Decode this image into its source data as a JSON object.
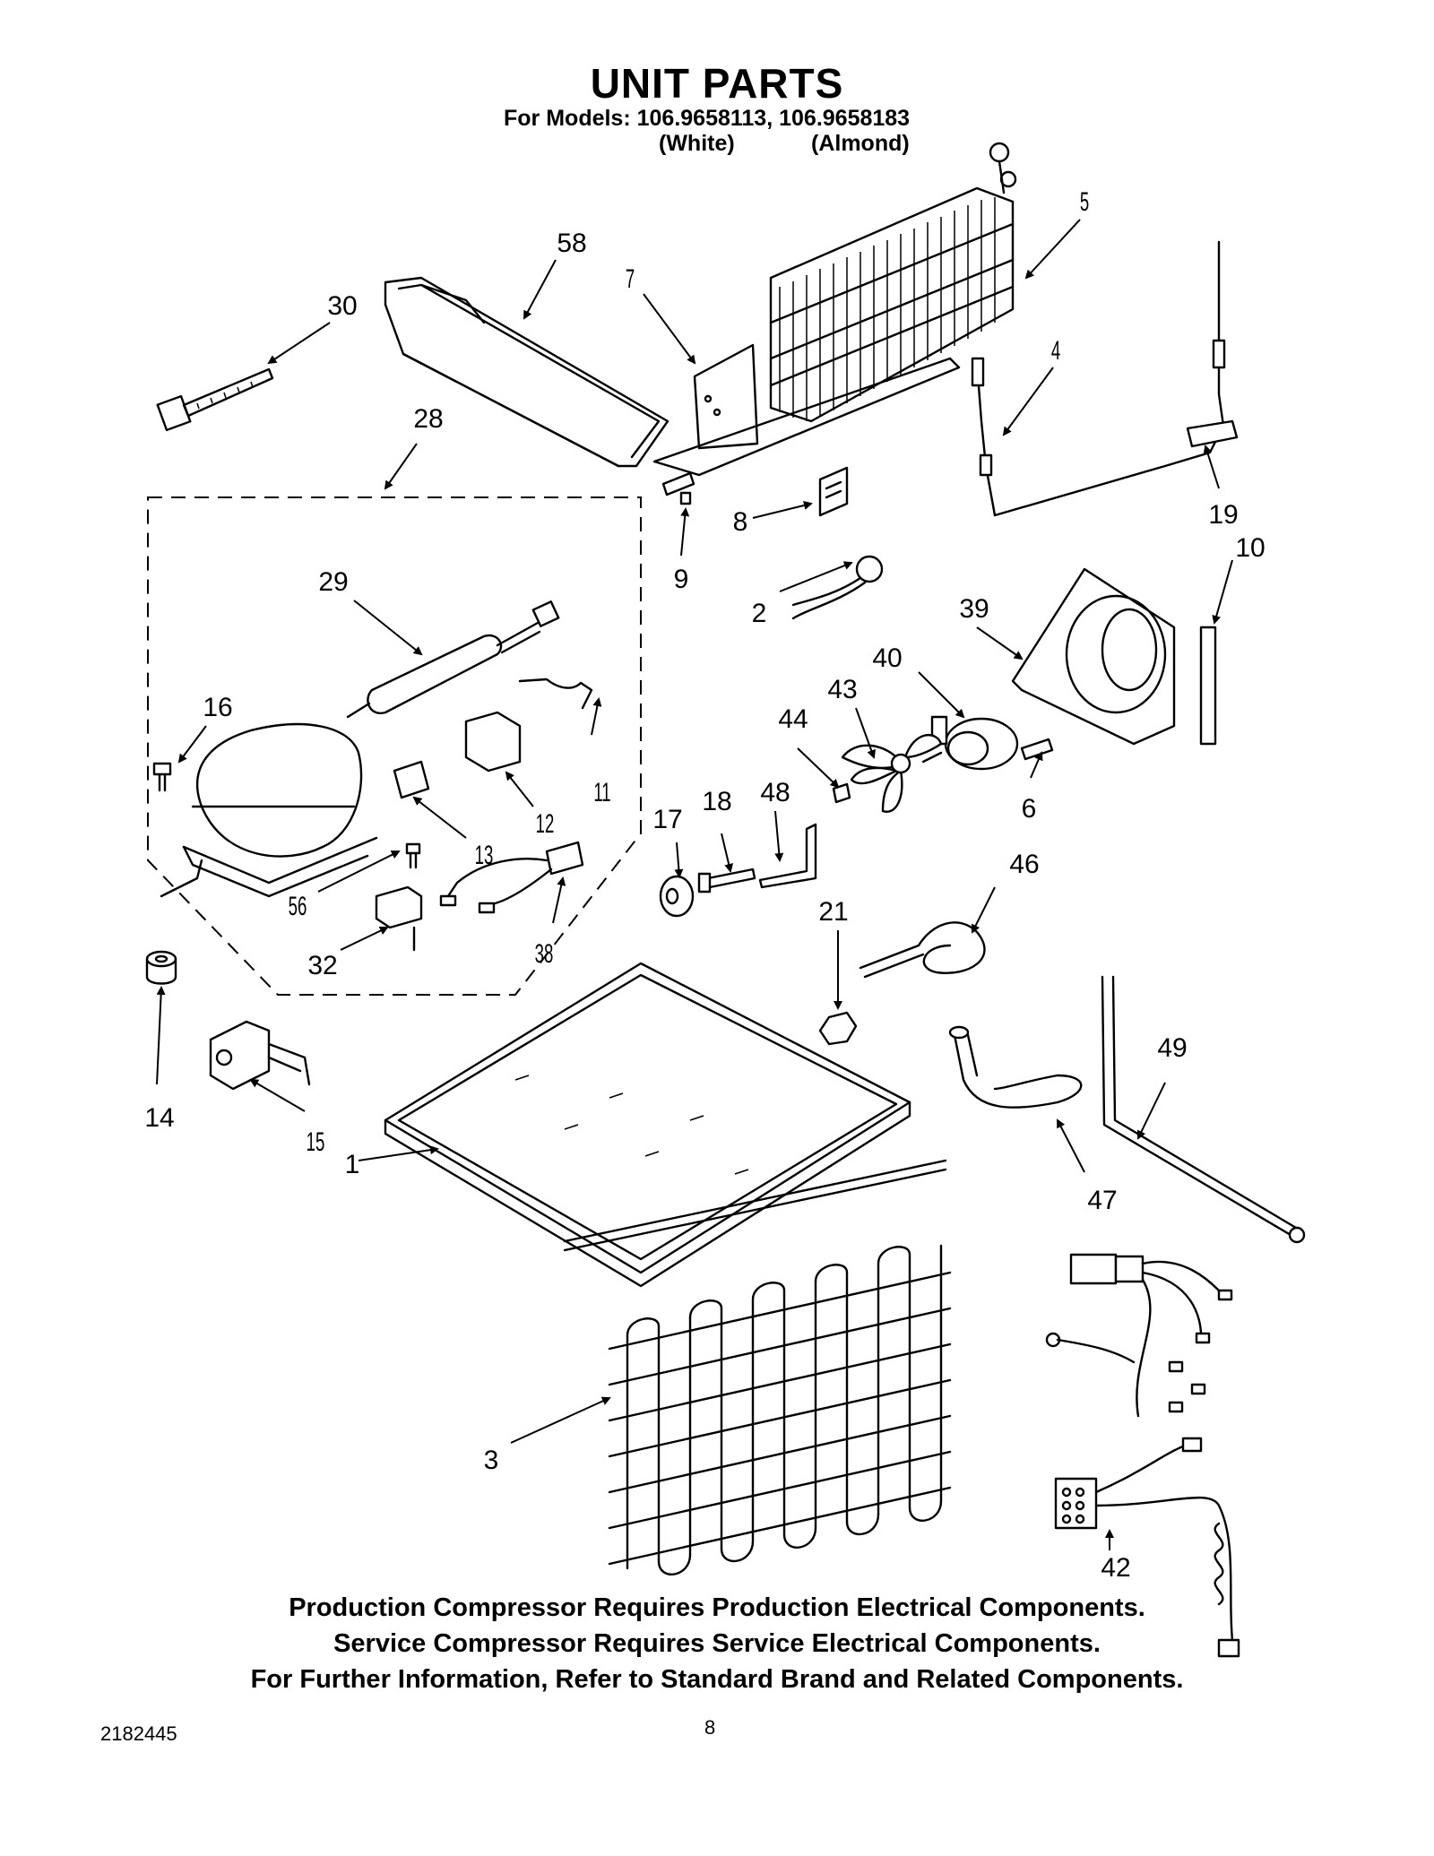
{
  "header": {
    "title": "UNIT PARTS",
    "models_line": "For Models: 106.9658113, 106.9658183",
    "color_white": "(White)",
    "color_almond": "(Almond)"
  },
  "footer_notes": [
    "Production Compressor Requires Production Electrical Components.",
    "Service Compressor Requires Service Electrical Components.",
    "For Further Information, Refer to Standard Brand and Related Components."
  ],
  "document_number": "2182445",
  "page_number": "8",
  "callouts": {
    "c1": "1",
    "c2": "2",
    "c3": "3",
    "c4": "4",
    "c5": "5",
    "c6": "6",
    "c7": "7",
    "c8": "8",
    "c9": "9",
    "c10": "10",
    "c11": "11",
    "c12": "12",
    "c13": "13",
    "c14": "14",
    "c15": "15",
    "c16": "16",
    "c17": "17",
    "c18": "18",
    "c19": "19",
    "c21": "21",
    "c28": "28",
    "c29": "29",
    "c30": "30",
    "c32": "32",
    "c38": "38",
    "c39": "39",
    "c40": "40",
    "c42": "42",
    "c43": "43",
    "c44": "44",
    "c46": "46",
    "c47": "47",
    "c48": "48",
    "c49": "49",
    "c56": "56",
    "c58": "58"
  }
}
